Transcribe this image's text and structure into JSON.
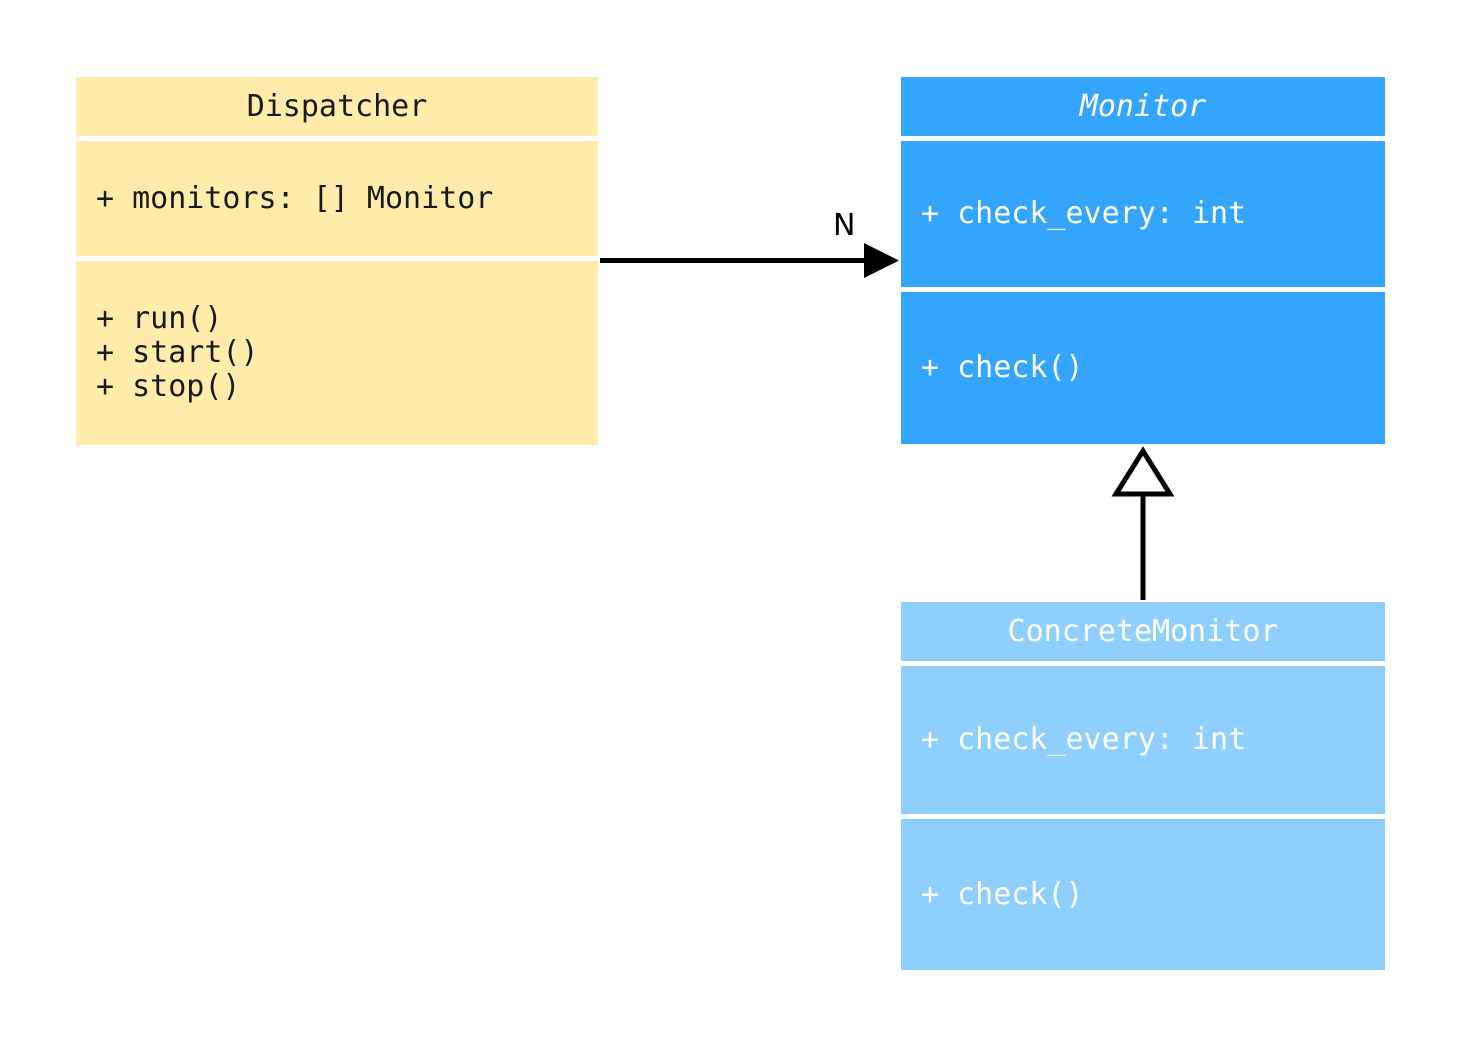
{
  "diagram": {
    "type": "uml-class-diagram",
    "background_color": "#ffffff",
    "classes": [
      {
        "id": "dispatcher",
        "name": "Dispatcher",
        "abstract": false,
        "fill_color": "#ffecab",
        "text_color": "#1a1a1a",
        "attributes": [
          "+ monitors: [] Monitor"
        ],
        "methods": [
          "+ run()",
          "+ start()",
          "+ stop()"
        ]
      },
      {
        "id": "monitor",
        "name": "Monitor",
        "abstract": true,
        "fill_color": "#33a5fd",
        "text_color": "#ffffff",
        "attributes": [
          "+ check_every: int"
        ],
        "methods": [
          "+ check()"
        ]
      },
      {
        "id": "concrete-monitor",
        "name": "ConcreteMonitor",
        "abstract": false,
        "fill_color": "#8ecffd",
        "text_color": "#ffffff",
        "attributes": [
          "+ check_every: int"
        ],
        "methods": [
          "+ check()"
        ]
      }
    ],
    "relationships": [
      {
        "id": "dispatcher-to-monitor",
        "kind": "association",
        "from": "Dispatcher",
        "to": "Monitor",
        "label": "N",
        "arrow": "filled-arrowhead",
        "color": "#000000"
      },
      {
        "id": "concrete-to-monitor",
        "kind": "generalization",
        "from": "ConcreteMonitor",
        "to": "Monitor",
        "label": "",
        "arrow": "hollow-triangle",
        "color": "#000000"
      }
    ]
  }
}
